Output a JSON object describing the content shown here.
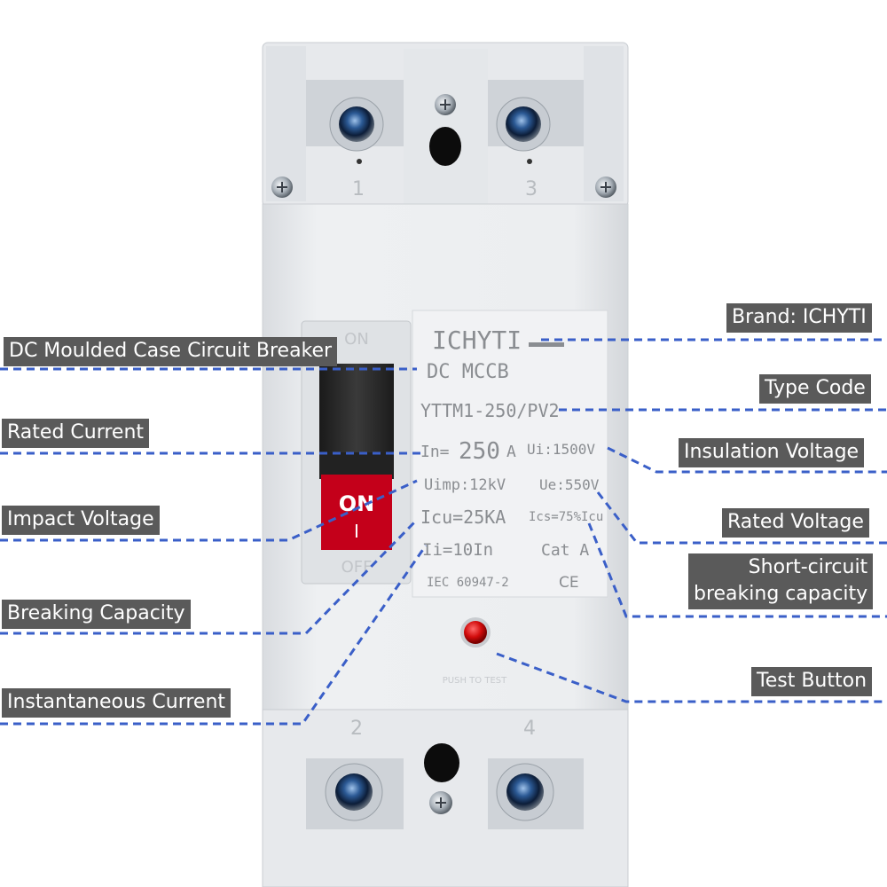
{
  "product": {
    "plate": {
      "brand": "ICHYTI",
      "model_line": "DC  MCCB",
      "type_code": "YTTM1-250/PV2",
      "rated_current_prefix": "In=",
      "rated_current_value": "250",
      "rated_current_unit": "A",
      "insulation_voltage": "Ui:1500V",
      "impact_voltage": "Uimp:12kV",
      "rated_voltage": "Ue:550V",
      "breaking_capacity": "Icu=25KA",
      "short_circuit_capacity": "Ics=75%Icu",
      "instantaneous_current": "Ii=10In",
      "category": "Cat A",
      "standard": "IEC 60947-2",
      "mark": "CE"
    },
    "switch": {
      "on_top": "ON",
      "handle_on": "ON",
      "handle_bar": "I",
      "off_bottom": "OFF"
    },
    "terminals": {
      "top_left": "1",
      "top_right": "3",
      "bottom_left": "2",
      "bottom_right": "4"
    },
    "test_label": "PUSH TO TEST"
  },
  "callouts": {
    "brand": "Brand: ICHYTI",
    "dc_mccb": "DC Moulded Case Circuit Breaker",
    "type_code": "Type Code",
    "rated_current": "Rated Current",
    "insulation_voltage": "Insulation Voltage",
    "impact_voltage": "Impact Voltage",
    "rated_voltage": "Rated Voltage",
    "short_circuit_line1": "Short-circuit",
    "short_circuit_line2": "breaking capacity",
    "breaking_capacity": "Breaking Capacity",
    "test_button": "Test Button",
    "instantaneous_current": "Instantaneous Current"
  },
  "colors": {
    "label_bg": "#5a5a5a",
    "leader": "#3a5fc8",
    "body": "#e9ebee",
    "handle_red": "#c4001a"
  }
}
